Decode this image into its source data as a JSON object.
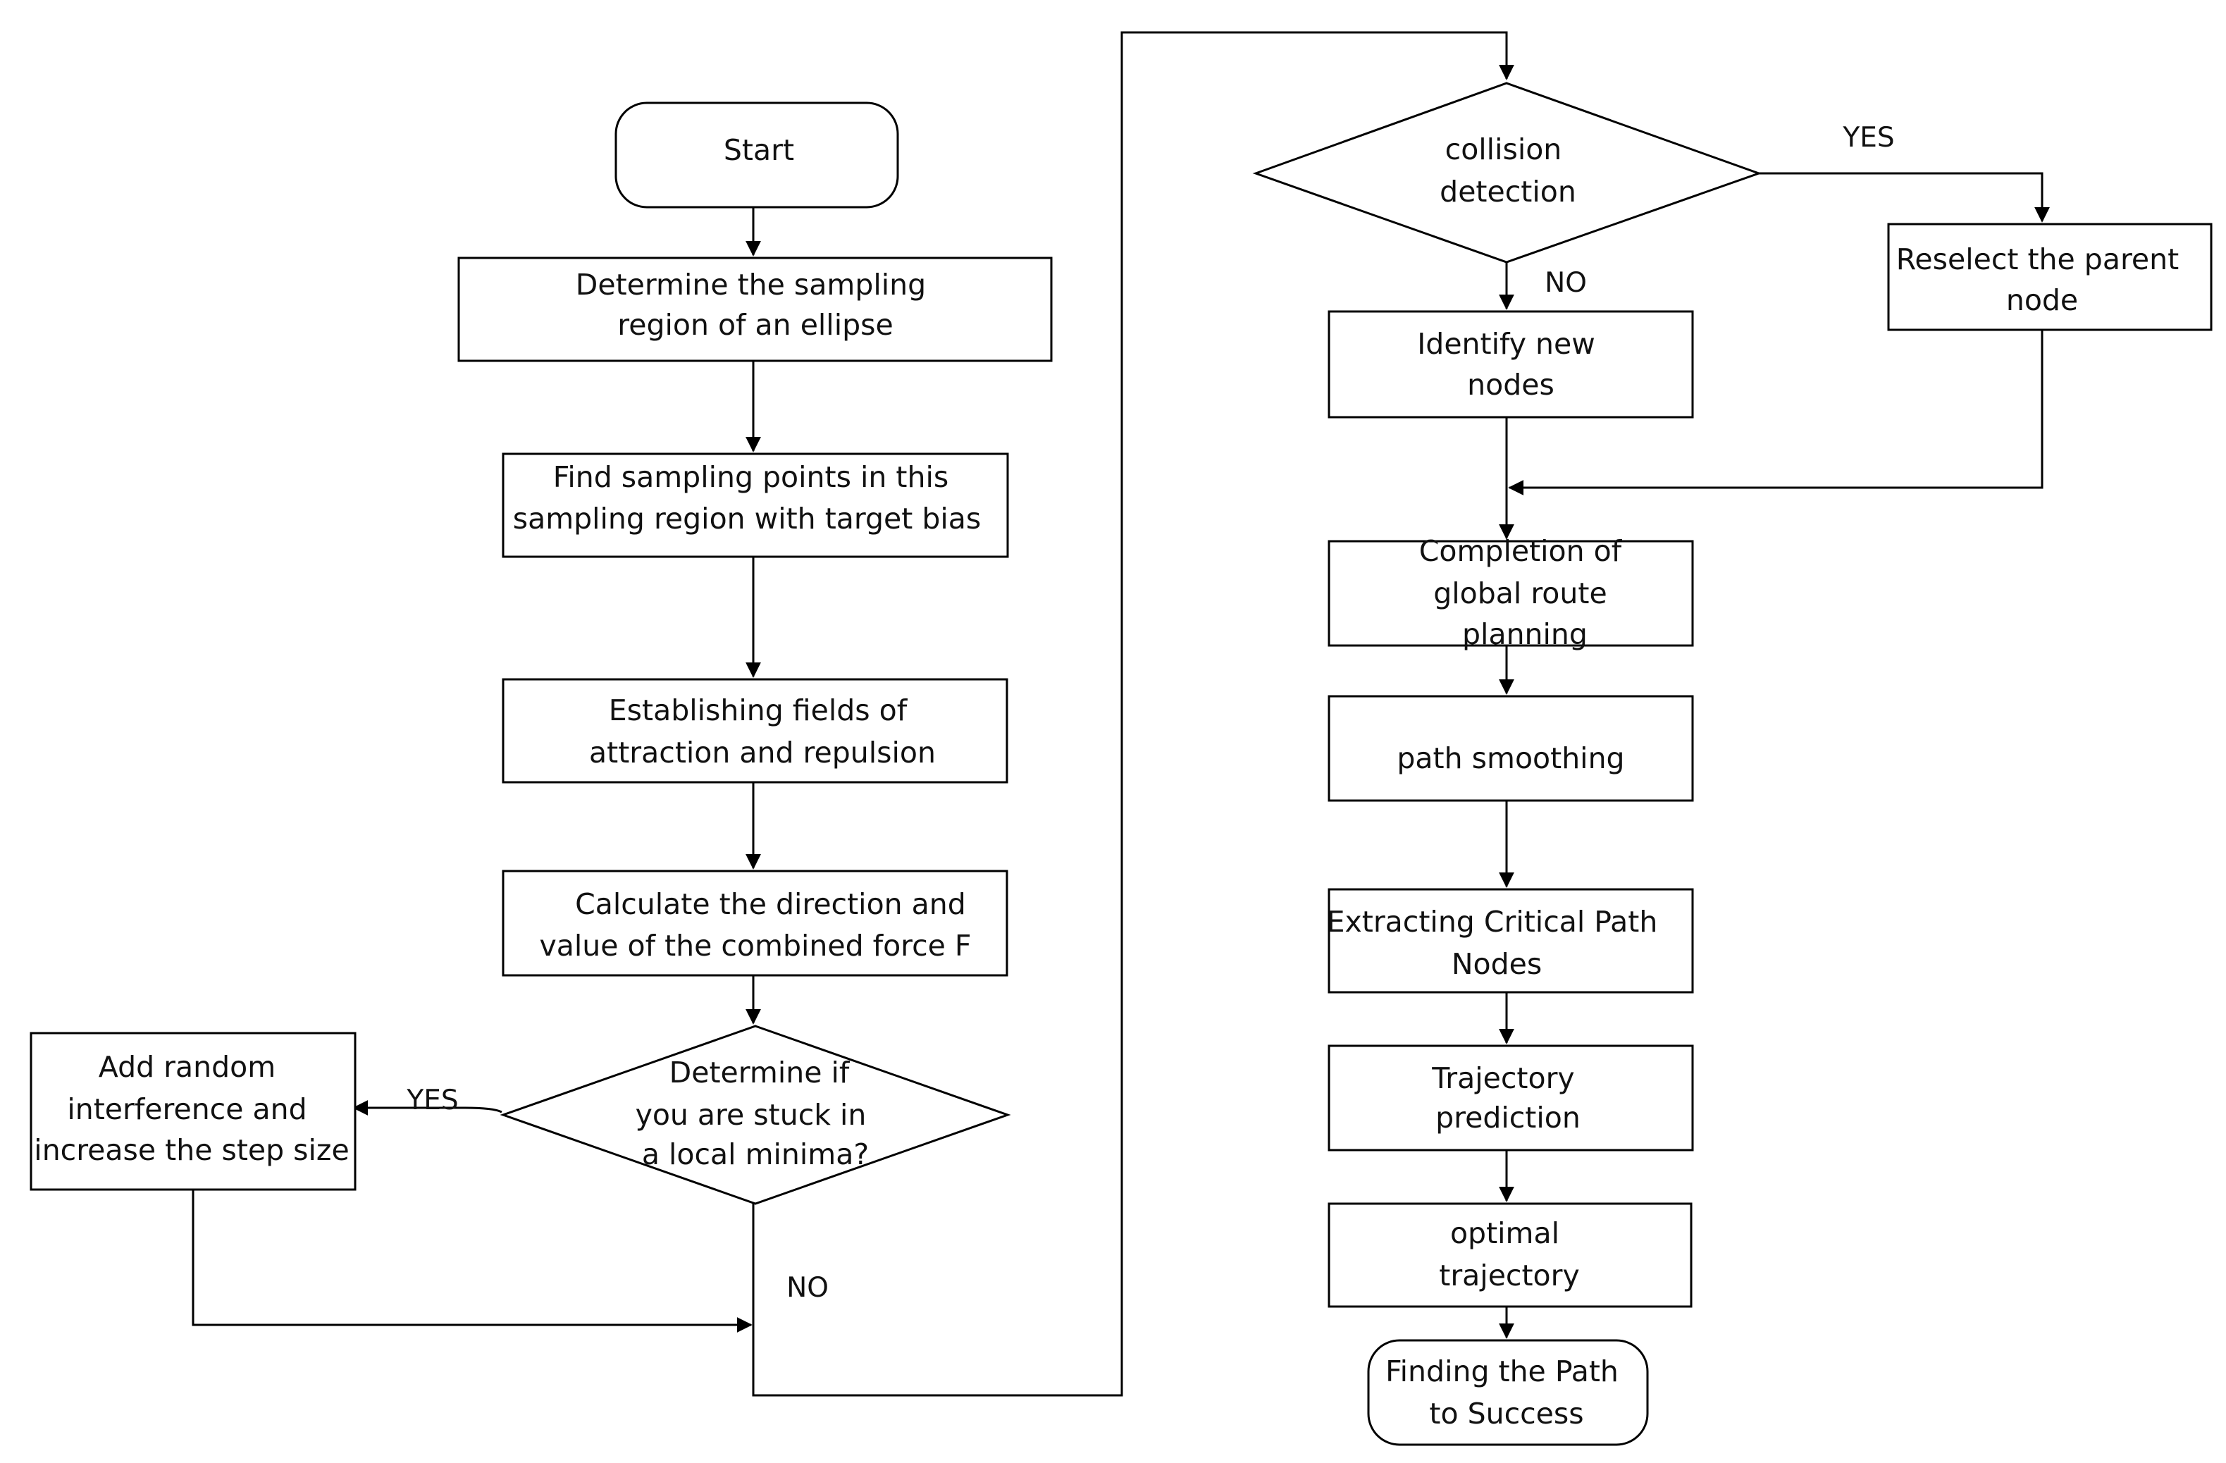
{
  "diagram": {
    "nodes": {
      "start": {
        "lines": [
          "Start"
        ]
      },
      "ellipse": {
        "lines": [
          "Determine the sampling",
          "region of an ellipse"
        ]
      },
      "sampling": {
        "lines": [
          "Find sampling points in this",
          "sampling region with target bias"
        ]
      },
      "fields": {
        "lines": [
          "Establishing fields of",
          "attraction and repulsion"
        ]
      },
      "force": {
        "lines": [
          "Calculate the direction and",
          "value of the combined force F"
        ]
      },
      "stuck": {
        "lines": [
          "Determine if",
          "you are stuck in",
          "a local minima?"
        ]
      },
      "random": {
        "lines": [
          "Add random",
          "interference and",
          "increase the step size"
        ]
      },
      "collision": {
        "lines": [
          "collision",
          "detection"
        ]
      },
      "reselect": {
        "lines": [
          "Reselect the parent",
          "node"
        ]
      },
      "identify": {
        "lines": [
          "Identify new",
          "nodes"
        ]
      },
      "completion": {
        "lines": [
          "Completion of",
          "global route",
          "planning"
        ]
      },
      "smoothing": {
        "lines": [
          "path smoothing"
        ]
      },
      "extracting": {
        "lines": [
          "Extracting Critical Path",
          "Nodes"
        ]
      },
      "trajectory": {
        "lines": [
          "Trajectory",
          "prediction"
        ]
      },
      "optimal": {
        "lines": [
          "optimal",
          "trajectory"
        ]
      },
      "finish": {
        "lines": [
          "Finding the Path",
          "to Success"
        ]
      }
    },
    "labels": {
      "stuck_yes": "YES",
      "stuck_no": "NO",
      "collision_yes": "YES",
      "collision_no": "NO"
    }
  }
}
